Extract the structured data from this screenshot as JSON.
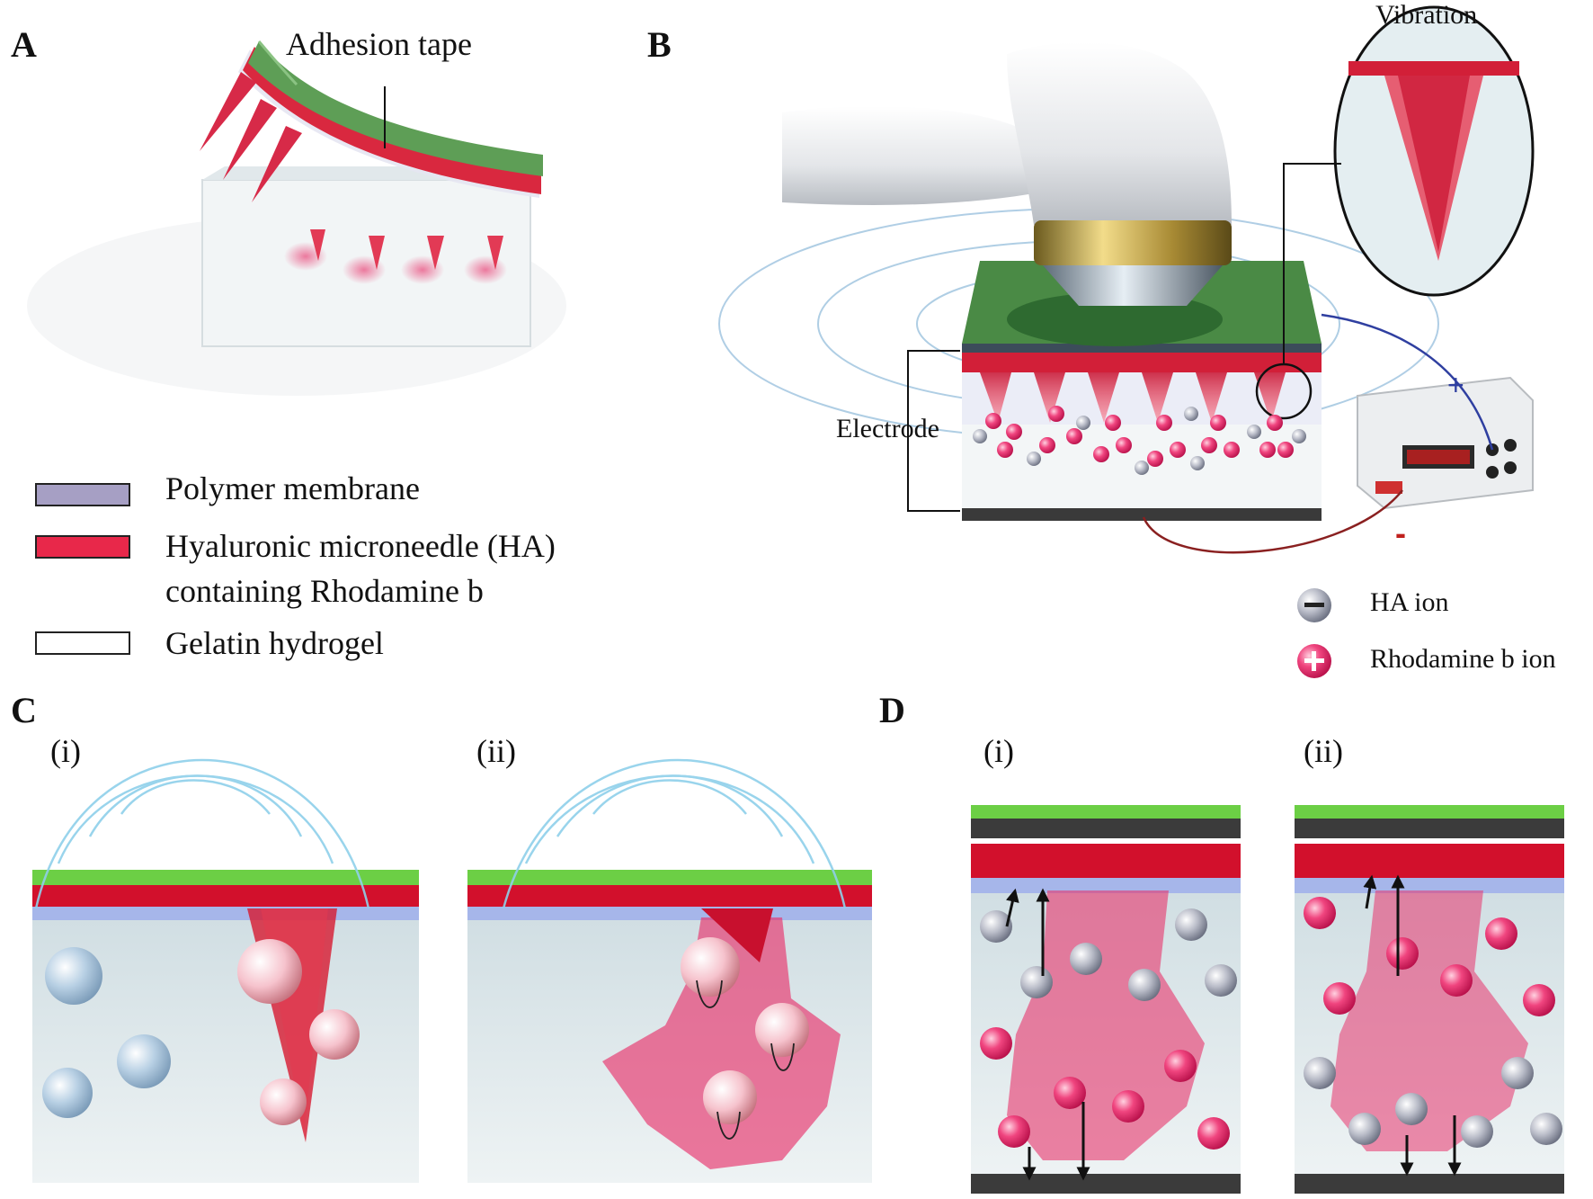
{
  "panels": {
    "a": {
      "letter": "A",
      "adhesion_tape_label": "Adhesion tape"
    },
    "b": {
      "letter": "B",
      "vibration_label": "Vibration",
      "electrode_label": "Electrode",
      "plus_sign": "+",
      "minus_sign": "-"
    },
    "c": {
      "letter": "C",
      "sub_i": "(i)",
      "sub_ii": "(ii)"
    },
    "d": {
      "letter": "D",
      "sub_i": "(i)",
      "sub_ii": "(ii)"
    }
  },
  "legend_materials": [
    {
      "label": "Polymer membrane",
      "color": "#9b8db8"
    },
    {
      "label_line1": "Hyaluronic microneedle (HA)",
      "label_line2": "containing Rhodamine b",
      "color": "#e8284a"
    },
    {
      "label": "Gelatin hydrogel",
      "color": "#ffffff"
    }
  ],
  "legend_ions": [
    {
      "label": "HA ion",
      "symbol": "−",
      "color": "#8a8fa0"
    },
    {
      "label": "Rhodamine b ion",
      "symbol": "+",
      "color": "#e0206a"
    }
  ],
  "colors": {
    "tape_green": "#4caf50",
    "needle_red": "#d7192f",
    "membrane_blue": "#a9b8e8",
    "hydrogel": "#dfe8ec",
    "rhodamine_pink": "#e8336b",
    "electrode_dark": "#444444"
  }
}
